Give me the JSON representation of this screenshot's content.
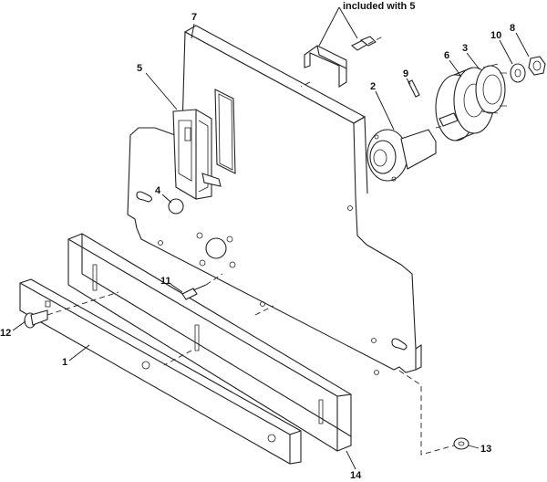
{
  "callouts": {
    "c1": "1",
    "c2": "2",
    "c3": "3",
    "c4": "4",
    "c5": "5",
    "c6": "6",
    "c7": "7",
    "c8": "8",
    "c9": "9",
    "c10": "10",
    "c11": "11",
    "c12": "12",
    "c13": "13",
    "c14": "14"
  },
  "note": "included with 5",
  "colors": {
    "ink": "#222222",
    "background": "#ffffff"
  }
}
